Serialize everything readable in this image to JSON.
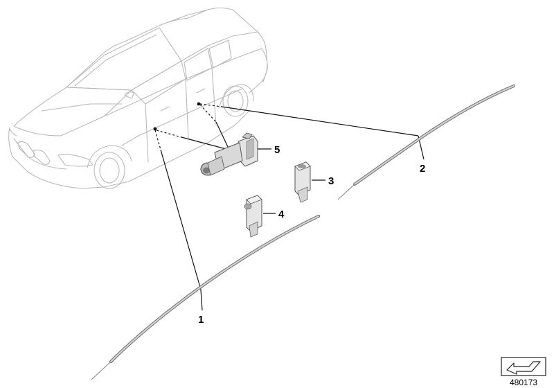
{
  "diagram": {
    "parts": [
      {
        "id": "part-1",
        "label": "1"
      },
      {
        "id": "part-2",
        "label": "2"
      },
      {
        "id": "part-3",
        "label": "3"
      },
      {
        "id": "part-4",
        "label": "4"
      },
      {
        "id": "part-5",
        "label": "5"
      }
    ],
    "reference_number": "480173",
    "icon": "direction-arrow-icon",
    "colors": {
      "line": "#111111",
      "car_outline": "#b9b9b9",
      "part_dark": "#6f6f6f",
      "part_light": "#d2d2d2"
    }
  }
}
